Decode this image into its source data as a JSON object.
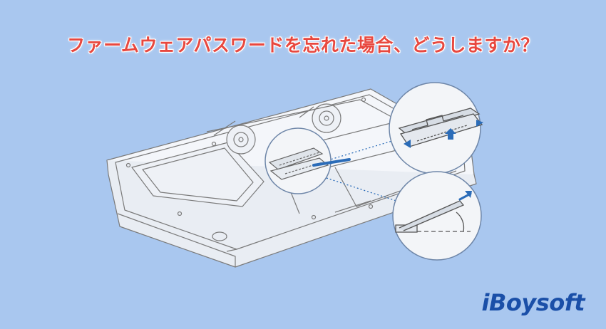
{
  "title": "ファームウェアパスワードを忘れた場合、どうしますか？",
  "brand": {
    "name": "iBoysoft"
  },
  "colors": {
    "background": "#a9c7ef",
    "title": "#e8483f",
    "line_art": "#777777",
    "callout_fill": "#f3f5f8",
    "accent_arrow": "#2b6cb8",
    "brand": "#1a4fa8"
  },
  "illustration": {
    "subject": "laptop-bottom-open-ram-replacement",
    "callouts": [
      "ram-slot-closeup",
      "ram-module-lift-closeup",
      "ram-angle-insertion-closeup"
    ]
  }
}
